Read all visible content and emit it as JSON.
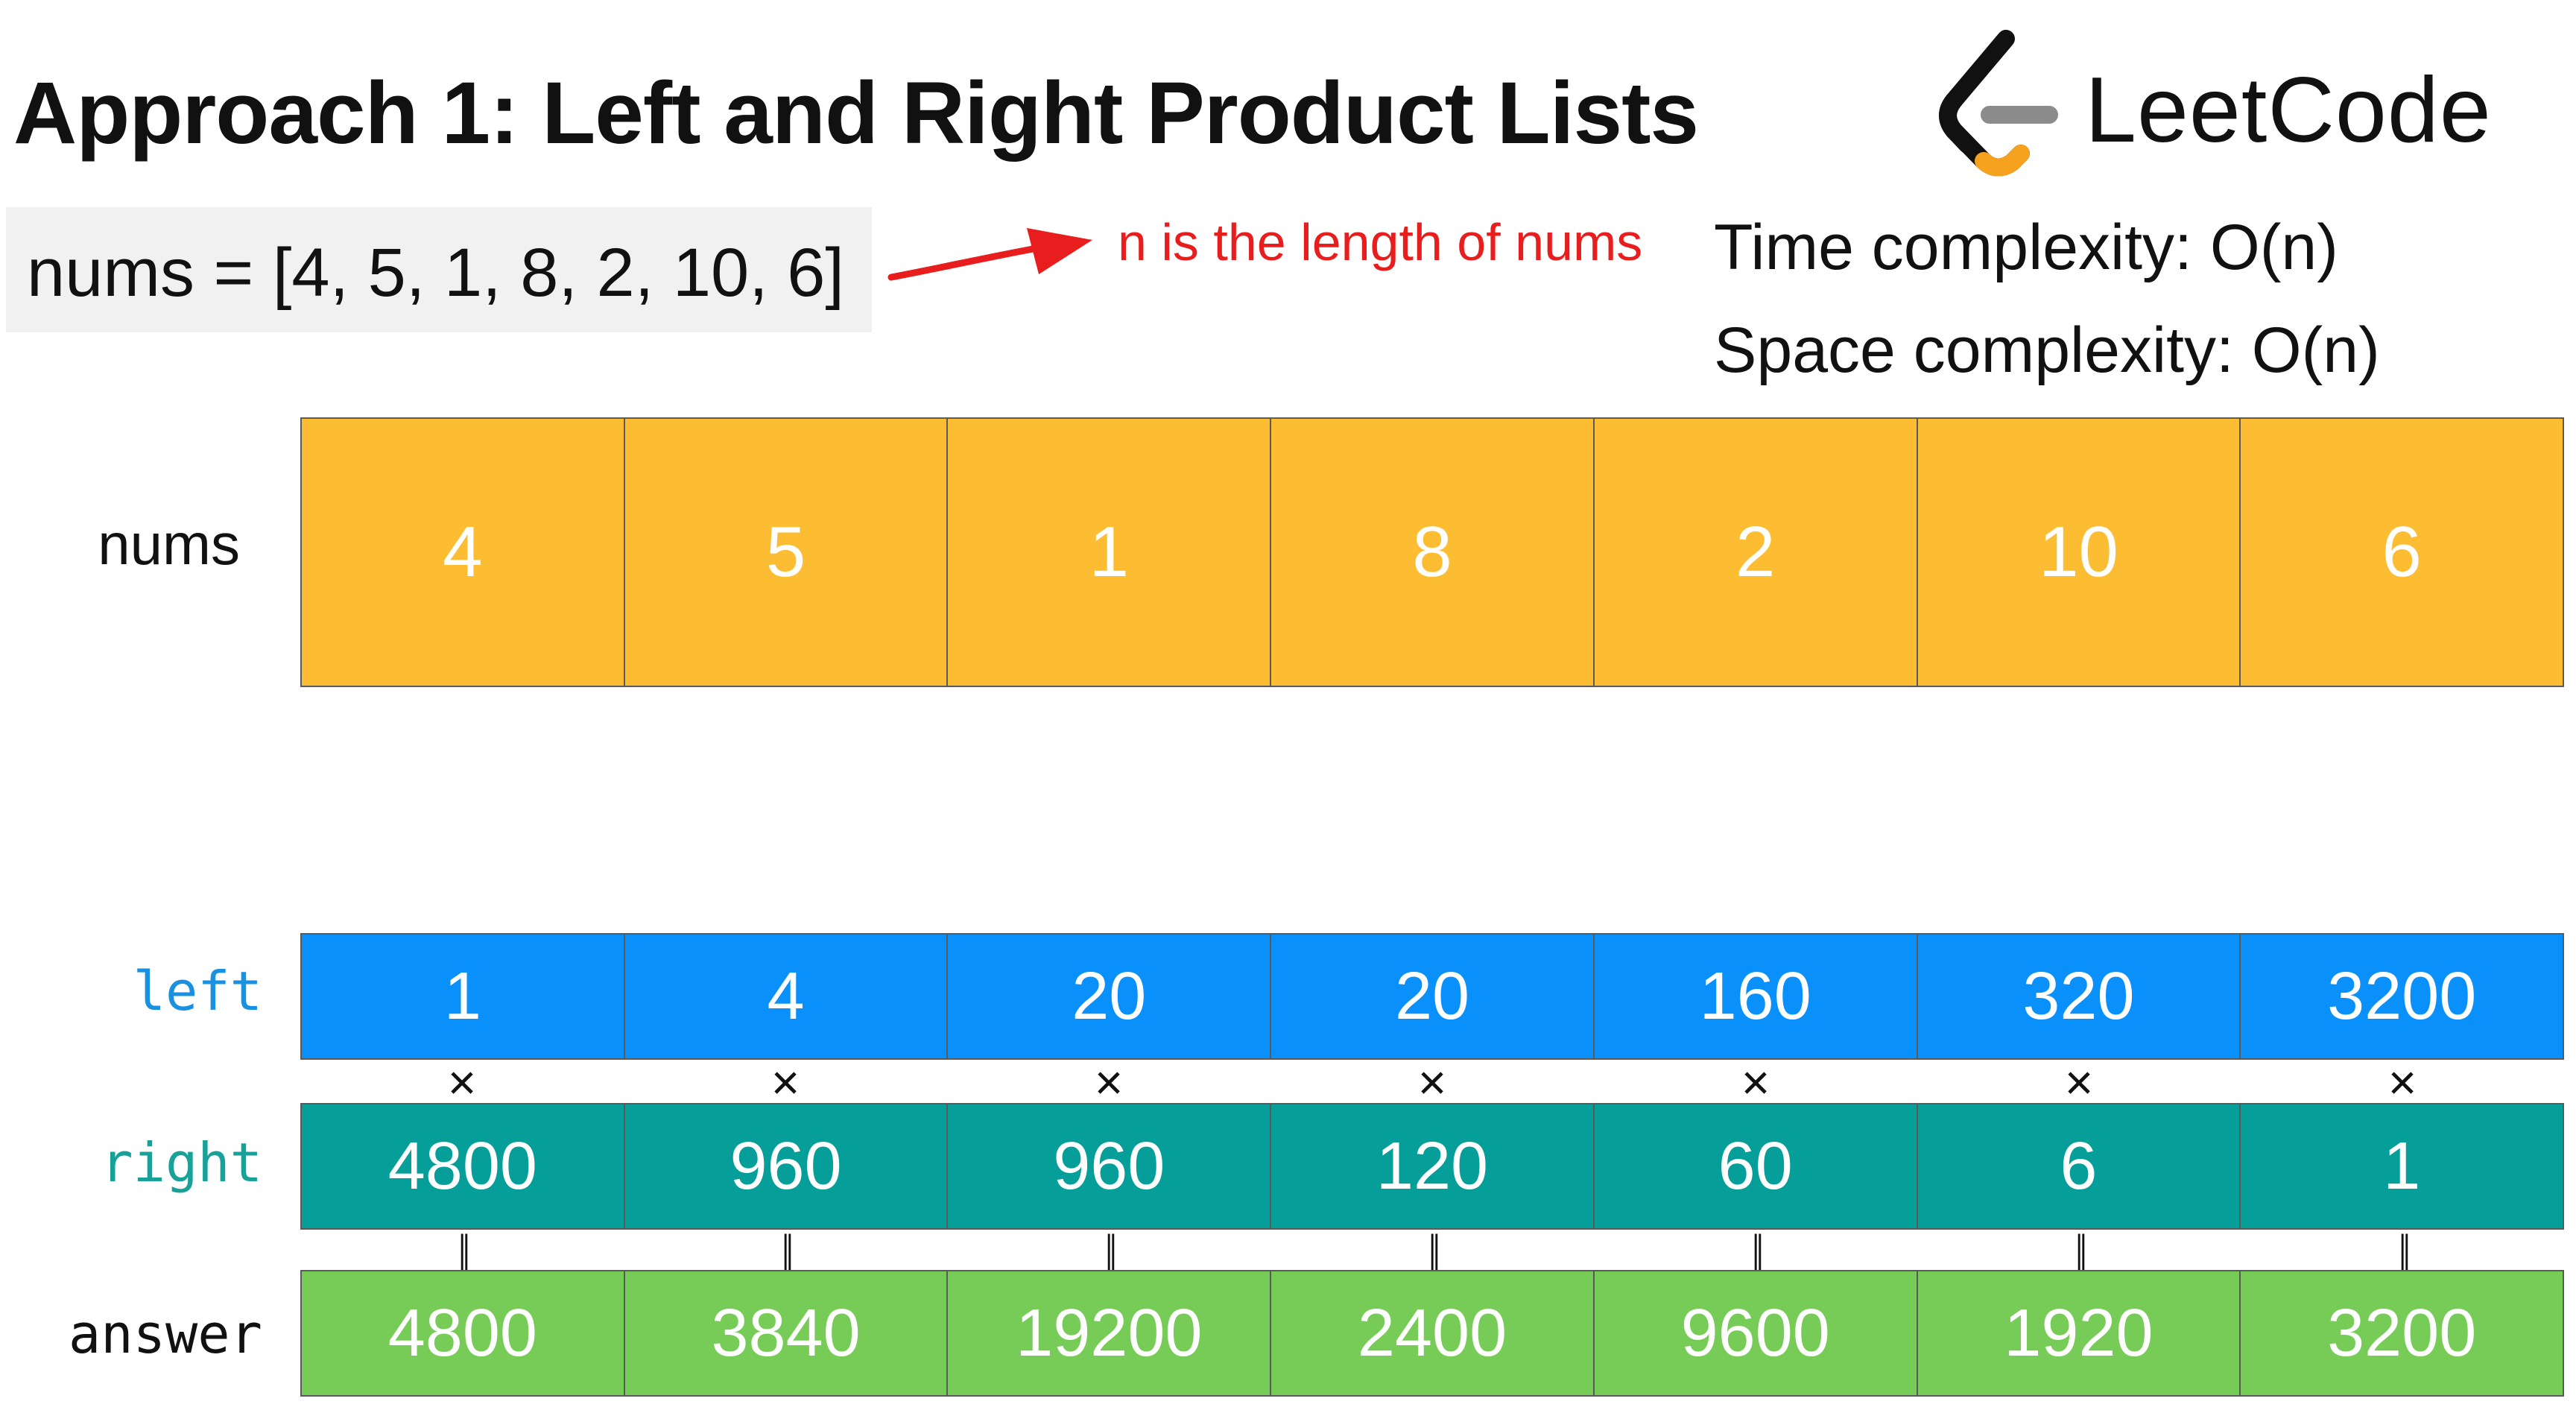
{
  "title": "Approach 1: Left and Right Product Lists",
  "logo": {
    "text": "LeetCode",
    "icon": "leetcode-logo-icon",
    "colors": {
      "dark": "#111111",
      "accent": "#f6a21e",
      "gray": "#8c8c8c"
    }
  },
  "code": "nums = [4, 5, 1, 8, 2, 10, 6]",
  "note": "n is the length of nums",
  "complexity": {
    "time": "Time complexity: O(n)",
    "space": "Space complexity: O(n)"
  },
  "labels": {
    "nums": "nums",
    "left": "left",
    "right": "right",
    "answer": "answer"
  },
  "operators": {
    "multiply": "×",
    "equals": "||"
  },
  "arrays": {
    "nums": [
      "4",
      "5",
      "1",
      "8",
      "2",
      "10",
      "6"
    ],
    "left": [
      "1",
      "4",
      "20",
      "20",
      "160",
      "320",
      "3200"
    ],
    "right": [
      "4800",
      "960",
      "960",
      "120",
      "60",
      "6",
      "1"
    ],
    "answer": [
      "4800",
      "3840",
      "19200",
      "2400",
      "9600",
      "1920",
      "3200"
    ]
  },
  "colors": {
    "nums": "#fdbd33",
    "left": "#0a90fb",
    "right": "#069e98",
    "answer": "#77cb57",
    "note": "#e81e1e",
    "left_label": "#1990e0",
    "right_label": "#17a198"
  }
}
